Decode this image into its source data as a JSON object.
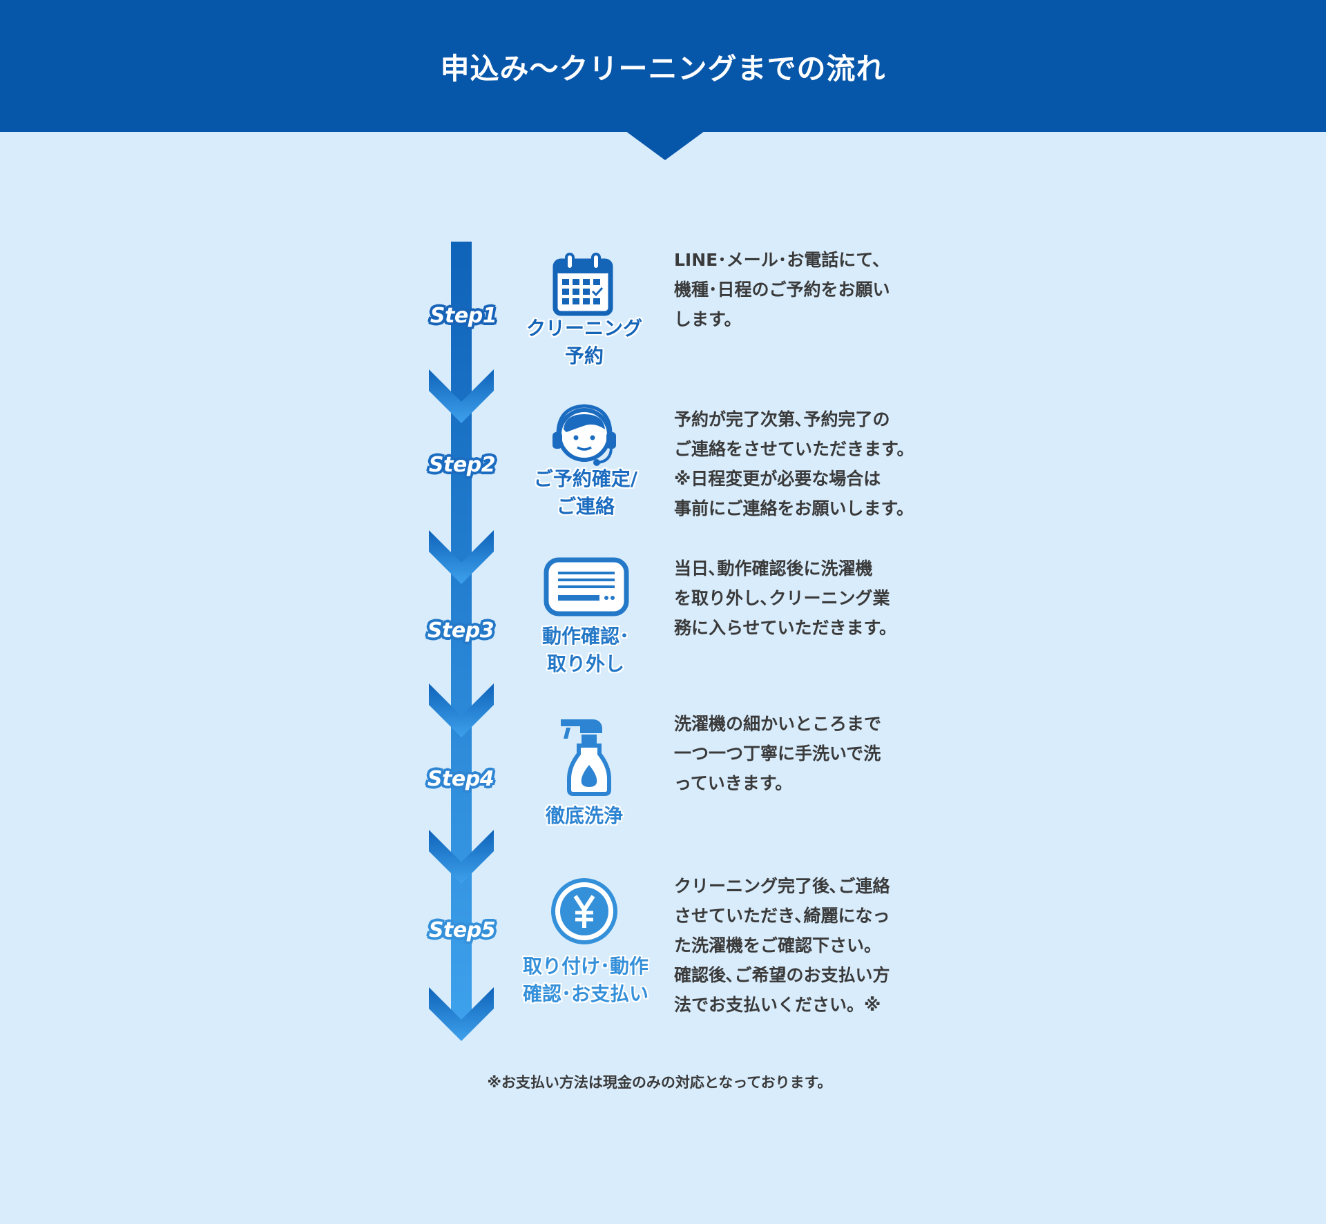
{
  "header": {
    "title": "申込み〜クリーニングまでの流れ"
  },
  "colors": {
    "header_bg": "#0656aa",
    "page_bg": "#d8ecfc",
    "arrow_top": "#0f63b9",
    "arrow_bottom": "#3ea1ec"
  },
  "steps": [
    {
      "badge": "Step1",
      "icon": "calendar-check-icon",
      "label_lines": [
        "クリーニング",
        "予約"
      ],
      "desc_lines": [
        "LINE･メール･お電話にて、",
        "機種･日程のご予約をお願い",
        "します。"
      ]
    },
    {
      "badge": "Step2",
      "icon": "operator-headset-icon",
      "label_lines": [
        "ご予約確定/",
        "ご連絡"
      ],
      "desc_lines": [
        "予約が完了次第､予約完了の",
        "ご連絡をさせていただきます。",
        "※日程変更が必要な場合は",
        "事前にご連絡をお願いします。"
      ]
    },
    {
      "badge": "Step3",
      "icon": "air-conditioner-icon",
      "label_lines": [
        "動作確認･",
        "取り外し"
      ],
      "desc_lines": [
        "当日､動作確認後に洗濯機",
        "を取り外し､クリーニング業",
        "務に入らせていただきます。"
      ]
    },
    {
      "badge": "Step4",
      "icon": "spray-bottle-icon",
      "label_lines": [
        "徹底洗浄"
      ],
      "desc_lines": [
        "洗濯機の細かいところまで",
        "一つ一つ丁寧に手洗いで洗",
        "っていきます。"
      ]
    },
    {
      "badge": "Step5",
      "icon": "yen-coin-icon",
      "label_lines": [
        "取り付け･動作",
        "確認･お支払い"
      ],
      "desc_lines": [
        "クリーニング完了後､ご連絡",
        "させていただき､綺麗になっ",
        "た洗濯機をご確認下さい。",
        "確認後､ご希望のお支払い方",
        "法でお支払いください。※"
      ]
    }
  ],
  "footer": {
    "note": "※お支払い方法は現金のみの対応となっております。"
  }
}
